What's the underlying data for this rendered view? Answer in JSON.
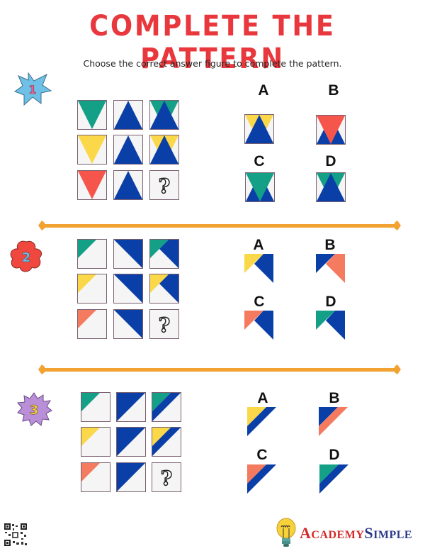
{
  "header": {
    "title": "COMPLETE THE PATTERN",
    "instruction": "Choose the correct answer figure to complete the pattern."
  },
  "colors": {
    "title_red": "#e8383d",
    "teal": "#13a087",
    "blue": "#0a3fa8",
    "yellow": "#fbd84a",
    "red": "#f5554a",
    "salmon": "#f47a60",
    "cell_bg": "#f5f5f5",
    "cell_border": "#7a6070",
    "divider_orange": "#f2a230",
    "badge1": "#6fc0e6",
    "badge2": "#f0473e",
    "badge3": "#b98fd8"
  },
  "problems": [
    {
      "number": "1",
      "badge_shape": "star",
      "grid": [
        [
          "teal down-triangle",
          "blue up-triangle",
          "teal down-triangle + blue up-triangle"
        ],
        [
          "yellow down-triangle",
          "blue up-triangle",
          "yellow down-triangle + blue up-triangle"
        ],
        [
          "red down-triangle",
          "blue up-triangle",
          "?"
        ]
      ],
      "options": [
        {
          "label": "A",
          "description": "yellow down-triangle behind blue up-triangle"
        },
        {
          "label": "B",
          "description": "red down-triangle over blue up-triangle"
        },
        {
          "label": "C",
          "description": "teal down-triangle over blue up-triangle"
        },
        {
          "label": "D",
          "description": "teal down-triangle behind blue up-triangle"
        }
      ]
    },
    {
      "number": "2",
      "badge_shape": "flower",
      "grid": [
        [
          "teal top-left corner",
          "blue top-right half",
          "teal corner + blue half"
        ],
        [
          "yellow top-left corner",
          "blue top-right half",
          "yellow corner + blue half"
        ],
        [
          "salmon top-left corner",
          "blue top-right half",
          "?"
        ]
      ],
      "options": [
        {
          "label": "A",
          "description": "yellow corner + blue half"
        },
        {
          "label": "B",
          "description": "blue corner + salmon half"
        },
        {
          "label": "C",
          "description": "salmon corner + blue half"
        },
        {
          "label": "D",
          "description": "teal corner + blue half"
        }
      ]
    },
    {
      "number": "3",
      "badge_shape": "burst",
      "grid": [
        [
          "teal top-left corner",
          "blue top-left half",
          "teal corner + blue band"
        ],
        [
          "yellow top-left corner",
          "blue top-left half",
          "yellow corner + blue band"
        ],
        [
          "salmon top-left corner",
          "blue top-left half",
          "?"
        ]
      ],
      "options": [
        {
          "label": "A",
          "description": "yellow corner + blue band"
        },
        {
          "label": "B",
          "description": "blue corner + salmon band"
        },
        {
          "label": "C",
          "description": "salmon corner + blue band"
        },
        {
          "label": "D",
          "description": "teal corner + blue band"
        }
      ]
    }
  ],
  "question_mark": "?",
  "footer": {
    "brand_first": "A",
    "brand_first_rest": "CADEMY",
    "brand_second": "S",
    "brand_second_rest": "IMPLE"
  }
}
